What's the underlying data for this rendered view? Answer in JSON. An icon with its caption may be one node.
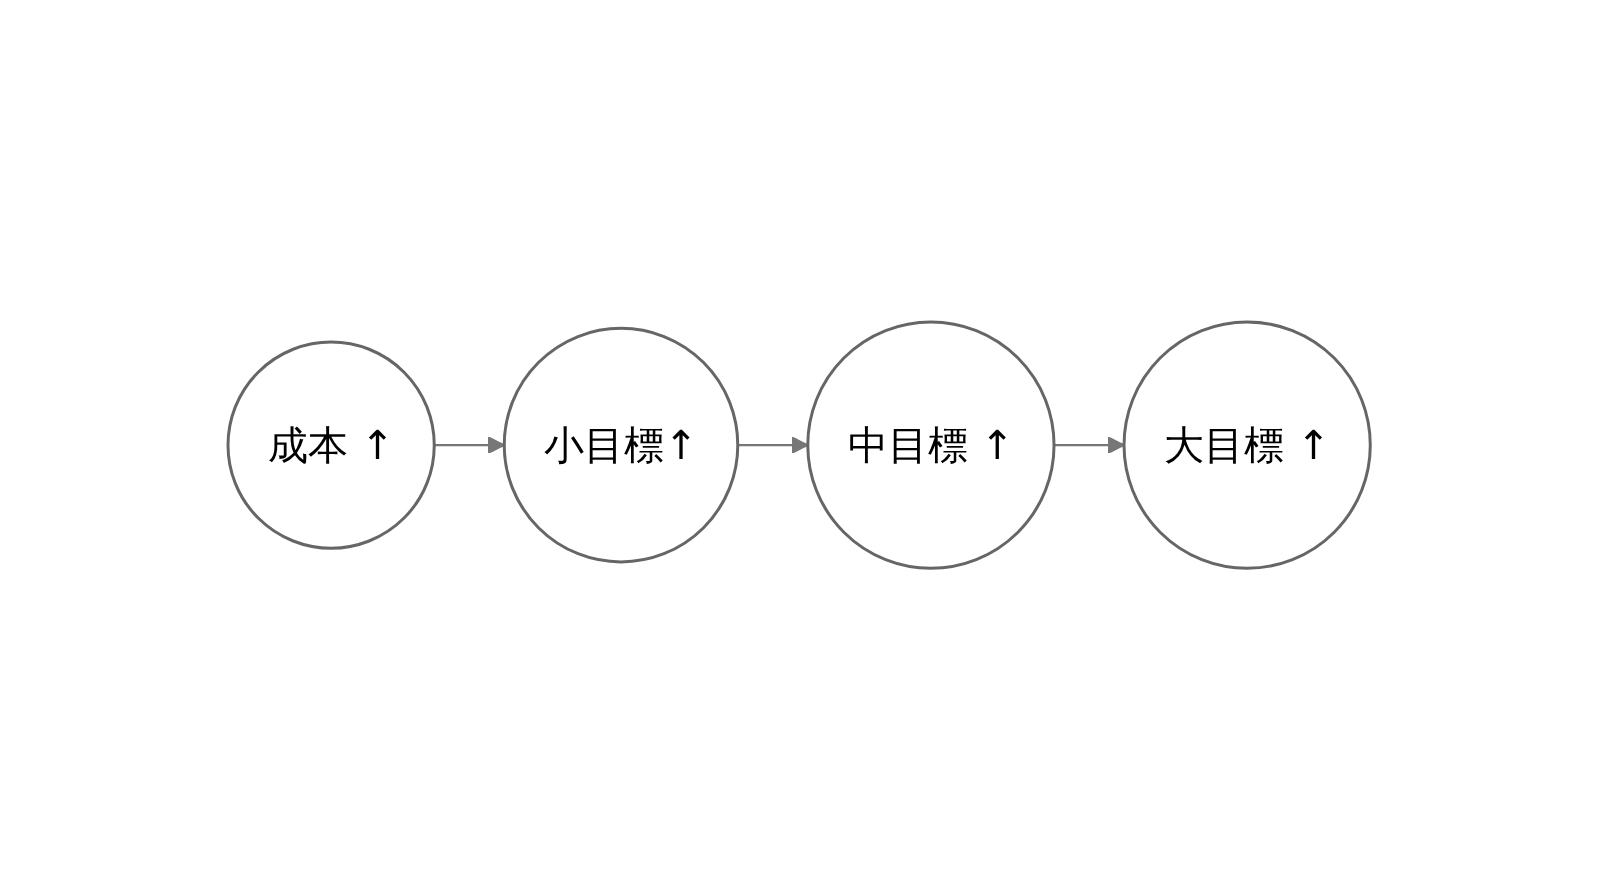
{
  "diagram": {
    "nodes": [
      {
        "text": [
          "成本 ↑"
        ]
      },
      {
        "text": [
          "小目標↑"
        ]
      },
      {
        "text": [
          "中目標 ↑"
        ]
      },
      {
        "text": [
          "大目標 ↑"
        ]
      }
    ],
    "edges": [
      {
        "from": 0,
        "to": 1,
        "arrow": "to"
      },
      {
        "from": 1,
        "to": 2,
        "arrow": "to"
      },
      {
        "from": 2,
        "to": 3,
        "arrow": "to"
      }
    ]
  }
}
